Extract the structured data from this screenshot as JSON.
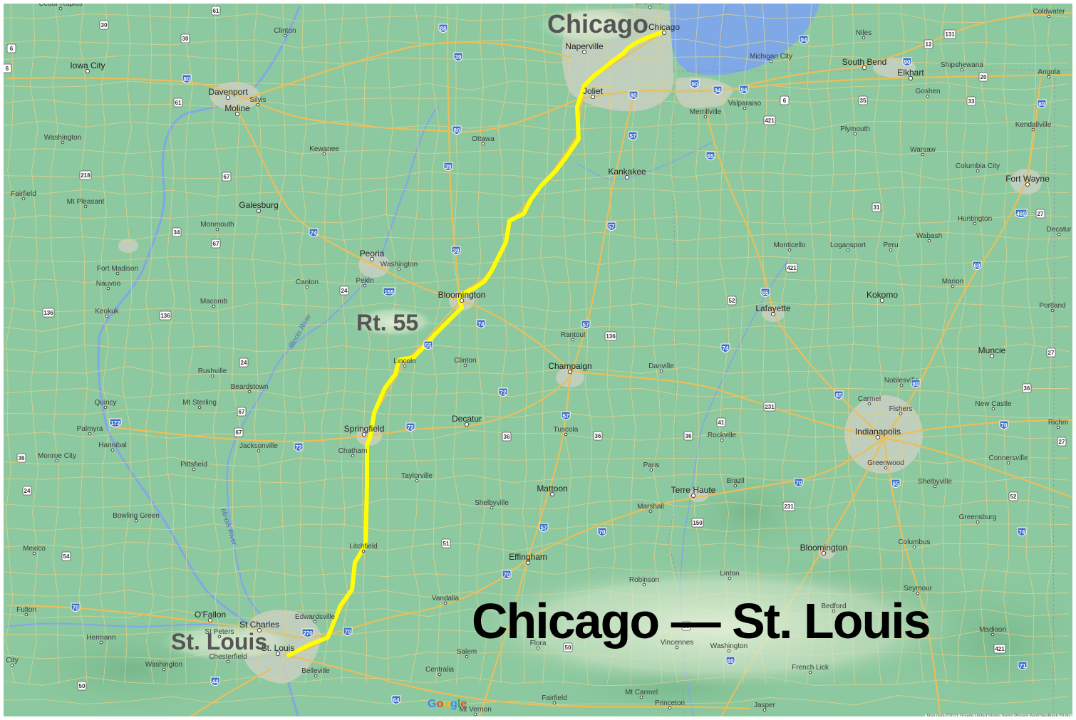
{
  "map": {
    "title": "Chicago — St. Louis",
    "labels": {
      "chicago_big": "Chicago",
      "stlouis_big": "St. Louis",
      "route": "Rt. 55"
    },
    "colors": {
      "land": "#8dc9a0",
      "water": "#7fa8e6",
      "route": "#ffff00",
      "roads": "#e8c06a",
      "urban": "#c9cfc2"
    },
    "cities": [
      {
        "id": "cedar-rapids",
        "name": "Cedar Rapids"
      },
      {
        "id": "clinton",
        "name": "Clinton"
      },
      {
        "id": "iowa-city",
        "name": "Iowa City"
      },
      {
        "id": "davenport",
        "name": "Davenport"
      },
      {
        "id": "moline",
        "name": "Moline"
      },
      {
        "id": "silvis",
        "name": "Silvis"
      },
      {
        "id": "washington-ia",
        "name": "Washington"
      },
      {
        "id": "kewanee",
        "name": "Kewanee"
      },
      {
        "id": "galesburg",
        "name": "Galesburg"
      },
      {
        "id": "fairfield-ia",
        "name": "Fairfield"
      },
      {
        "id": "mt-pleasant",
        "name": "Mt Pleasant"
      },
      {
        "id": "monmouth",
        "name": "Monmouth"
      },
      {
        "id": "fort-madison",
        "name": "Fort Madison"
      },
      {
        "id": "nauvoo",
        "name": "Nauvoo"
      },
      {
        "id": "keokuk",
        "name": "Keokuk"
      },
      {
        "id": "macomb",
        "name": "Macomb"
      },
      {
        "id": "canton",
        "name": "Canton"
      },
      {
        "id": "peoria",
        "name": "Peoria"
      },
      {
        "id": "washington-il",
        "name": "Washington"
      },
      {
        "id": "pekin",
        "name": "Pekin"
      },
      {
        "id": "bloomington-il",
        "name": "Bloomington"
      },
      {
        "id": "lincoln",
        "name": "Lincoln"
      },
      {
        "id": "clinton-il",
        "name": "Clinton"
      },
      {
        "id": "rantoul",
        "name": "Rantoul"
      },
      {
        "id": "champaign",
        "name": "Champaign"
      },
      {
        "id": "danville",
        "name": "Danville"
      },
      {
        "id": "rushville",
        "name": "Rushville"
      },
      {
        "id": "beardstown",
        "name": "Beardstown"
      },
      {
        "id": "mt-sterling",
        "name": "Mt Sterling"
      },
      {
        "id": "quincy",
        "name": "Quincy"
      },
      {
        "id": "palmyra",
        "name": "Palmyra"
      },
      {
        "id": "hannibal",
        "name": "Hannibal"
      },
      {
        "id": "jacksonville",
        "name": "Jacksonville"
      },
      {
        "id": "springfield",
        "name": "Springfield"
      },
      {
        "id": "chatham",
        "name": "Chatham"
      },
      {
        "id": "decatur",
        "name": "Decatur"
      },
      {
        "id": "tuscola",
        "name": "Tuscola"
      },
      {
        "id": "monroe-city",
        "name": "Monroe City"
      },
      {
        "id": "pittsfield",
        "name": "Pittsfield"
      },
      {
        "id": "taylorville",
        "name": "Taylorville"
      },
      {
        "id": "mattoon",
        "name": "Mattoon"
      },
      {
        "id": "paris",
        "name": "Paris"
      },
      {
        "id": "shelbyville-il",
        "name": "Shelbyville"
      },
      {
        "id": "bowling-green",
        "name": "Bowling Green"
      },
      {
        "id": "mexico",
        "name": "Mexico"
      },
      {
        "id": "litchfield",
        "name": "Litchfield"
      },
      {
        "id": "effingham",
        "name": "Effingham"
      },
      {
        "id": "marshall",
        "name": "Marshall"
      },
      {
        "id": "terre-haute",
        "name": "Terre Haute"
      },
      {
        "id": "brazil",
        "name": "Brazil"
      },
      {
        "id": "robinson",
        "name": "Robinson"
      },
      {
        "id": "linton",
        "name": "Linton"
      },
      {
        "id": "vandalia",
        "name": "Vandalia"
      },
      {
        "id": "fulton",
        "name": "Fulton"
      },
      {
        "id": "ofallon",
        "name": "O'Fallon"
      },
      {
        "id": "st-charles",
        "name": "St Charles"
      },
      {
        "id": "st-peters",
        "name": "St Peters"
      },
      {
        "id": "hermann",
        "name": "Hermann"
      },
      {
        "id": "edwardsville",
        "name": "Edwardsville"
      },
      {
        "id": "st-louis",
        "name": "St. Louis"
      },
      {
        "id": "chesterfield",
        "name": "Chesterfield"
      },
      {
        "id": "belleville",
        "name": "Belleville"
      },
      {
        "id": "washington-mo",
        "name": "Washington"
      },
      {
        "id": "city",
        "name": "City"
      },
      {
        "id": "salem",
        "name": "Salem"
      },
      {
        "id": "centralia",
        "name": "Centralia"
      },
      {
        "id": "flora",
        "name": "Flora"
      },
      {
        "id": "fairfield-il",
        "name": "Fairfield"
      },
      {
        "id": "mt-carmel",
        "name": "Mt Carmel"
      },
      {
        "id": "mt-vernon",
        "name": "Mt Vernon"
      },
      {
        "id": "vincennes",
        "name": "Vincennes"
      },
      {
        "id": "washington-in",
        "name": "Washington"
      },
      {
        "id": "princeton",
        "name": "Princeton"
      },
      {
        "id": "jasper",
        "name": "Jasper"
      },
      {
        "id": "french-lick",
        "name": "French Lick"
      },
      {
        "id": "bedford",
        "name": "Bedford"
      },
      {
        "id": "bloomington-in",
        "name": "Bloomington"
      },
      {
        "id": "seymour",
        "name": "Seymour"
      },
      {
        "id": "madison",
        "name": "Madison"
      },
      {
        "id": "columbus",
        "name": "Columbus"
      },
      {
        "id": "greensburg",
        "name": "Greensburg"
      },
      {
        "id": "shelbyville-in",
        "name": "Shelbyville"
      },
      {
        "id": "connersville",
        "name": "Connersville"
      },
      {
        "id": "greenwood",
        "name": "Greenwood"
      },
      {
        "id": "indianapolis",
        "name": "Indianapolis"
      },
      {
        "id": "carmel",
        "name": "Carmel"
      },
      {
        "id": "fishers",
        "name": "Fishers"
      },
      {
        "id": "noblesville",
        "name": "Noblesville"
      },
      {
        "id": "rockville",
        "name": "Rockville"
      },
      {
        "id": "muncie",
        "name": "Muncie"
      },
      {
        "id": "new-castle",
        "name": "New Castle"
      },
      {
        "id": "richmond",
        "name": "Richm"
      },
      {
        "id": "portland",
        "name": "Portland"
      },
      {
        "id": "marion",
        "name": "Marion"
      },
      {
        "id": "kokomo",
        "name": "Kokomo"
      },
      {
        "id": "lafayette",
        "name": "Lafayette"
      },
      {
        "id": "monticello",
        "name": "Monticello"
      },
      {
        "id": "logansport",
        "name": "Logansport"
      },
      {
        "id": "peru",
        "name": "Peru"
      },
      {
        "id": "wabash",
        "name": "Wabash"
      },
      {
        "id": "huntington",
        "name": "Huntington"
      },
      {
        "id": "decatur-in",
        "name": "Decatur"
      },
      {
        "id": "fort-wayne",
        "name": "Fort Wayne"
      },
      {
        "id": "columbia-city",
        "name": "Columbia City"
      },
      {
        "id": "warsaw",
        "name": "Warsaw"
      },
      {
        "id": "plymouth",
        "name": "Plymouth"
      },
      {
        "id": "kendallville",
        "name": "Kendallville"
      },
      {
        "id": "goshen",
        "name": "Goshen"
      },
      {
        "id": "elkhart",
        "name": "Elkhart"
      },
      {
        "id": "south-bend",
        "name": "South Bend"
      },
      {
        "id": "shipshewana",
        "name": "Shipshewana"
      },
      {
        "id": "angola",
        "name": "Angola"
      },
      {
        "id": "coldwater",
        "name": "Coldwater"
      },
      {
        "id": "niles",
        "name": "Niles"
      },
      {
        "id": "michigan-city",
        "name": "Michigan City"
      },
      {
        "id": "valparaiso",
        "name": "Valparaiso"
      },
      {
        "id": "merrillville",
        "name": "Merrillville"
      },
      {
        "id": "kankakee",
        "name": "Kankakee"
      },
      {
        "id": "joliet",
        "name": "Joliet"
      },
      {
        "id": "naperville",
        "name": "Naperville"
      },
      {
        "id": "chicago",
        "name": "Chicago"
      },
      {
        "id": "evanston",
        "name": "Evanston"
      },
      {
        "id": "ottawa",
        "name": "Ottawa"
      }
    ],
    "rivers": [
      {
        "id": "illinois-river-1",
        "name": "Illinois River"
      },
      {
        "id": "illinois-river-2",
        "name": "Illinois River"
      }
    ],
    "shields": [
      {
        "id": "i80-a",
        "type": "interstate",
        "num": "80"
      },
      {
        "id": "i80-b",
        "type": "interstate",
        "num": "80"
      },
      {
        "id": "i80-c",
        "type": "interstate",
        "num": "80"
      },
      {
        "id": "i88",
        "type": "interstate",
        "num": "88"
      },
      {
        "id": "i39-a",
        "type": "interstate",
        "num": "39"
      },
      {
        "id": "i39-b",
        "type": "interstate",
        "num": "39"
      },
      {
        "id": "i39-c",
        "type": "interstate",
        "num": "39"
      },
      {
        "id": "i74-a",
        "type": "interstate",
        "num": "74"
      },
      {
        "id": "i74-b",
        "type": "interstate",
        "num": "74"
      },
      {
        "id": "i74-c",
        "type": "interstate",
        "num": "74"
      },
      {
        "id": "i155",
        "type": "interstate",
        "num": "155"
      },
      {
        "id": "i55-a",
        "type": "interstate",
        "num": "55"
      },
      {
        "id": "i57-a",
        "type": "interstate",
        "num": "57"
      },
      {
        "id": "i57-b",
        "type": "interstate",
        "num": "57"
      },
      {
        "id": "i57-c",
        "type": "interstate",
        "num": "57"
      },
      {
        "id": "i57-d",
        "type": "interstate",
        "num": "57"
      },
      {
        "id": "i57-e",
        "type": "interstate",
        "num": "57"
      },
      {
        "id": "i72-a",
        "type": "interstate",
        "num": "72"
      },
      {
        "id": "i72-b",
        "type": "interstate",
        "num": "72"
      },
      {
        "id": "i72-c",
        "type": "interstate",
        "num": "72"
      },
      {
        "id": "i172",
        "type": "interstate",
        "num": "172"
      },
      {
        "id": "i70-a",
        "type": "interstate",
        "num": "70"
      },
      {
        "id": "i70-b",
        "type": "interstate",
        "num": "70"
      },
      {
        "id": "i70-c",
        "type": "interstate",
        "num": "70"
      },
      {
        "id": "i70-d",
        "type": "interstate",
        "num": "70"
      },
      {
        "id": "i70-e",
        "type": "interstate",
        "num": "70"
      },
      {
        "id": "i70-f",
        "type": "interstate",
        "num": "70"
      },
      {
        "id": "i64",
        "type": "interstate",
        "num": "64"
      },
      {
        "id": "i44",
        "type": "interstate",
        "num": "44"
      },
      {
        "id": "i270",
        "type": "interstate",
        "num": "270"
      },
      {
        "id": "i65-a",
        "type": "interstate",
        "num": "65"
      },
      {
        "id": "i65-b",
        "type": "interstate",
        "num": "65"
      },
      {
        "id": "i65-c",
        "type": "interstate",
        "num": "65"
      },
      {
        "id": "i65-d",
        "type": "interstate",
        "num": "65"
      },
      {
        "id": "i69-a",
        "type": "interstate",
        "num": "69"
      },
      {
        "id": "i69-b",
        "type": "interstate",
        "num": "69"
      },
      {
        "id": "i69-c",
        "type": "interstate",
        "num": "69"
      },
      {
        "id": "i69-d",
        "type": "interstate",
        "num": "69"
      },
      {
        "id": "i90-a",
        "type": "interstate",
        "num": "90"
      },
      {
        "id": "i90-b",
        "type": "interstate",
        "num": "90"
      },
      {
        "id": "i94-a",
        "type": "interstate",
        "num": "94"
      },
      {
        "id": "i94-b",
        "type": "interstate",
        "num": "94"
      },
      {
        "id": "i94-c",
        "type": "interstate",
        "num": "94"
      },
      {
        "id": "i469",
        "type": "interstate",
        "num": "469"
      },
      {
        "id": "i74-in",
        "type": "interstate",
        "num": "74"
      },
      {
        "id": "i71",
        "type": "interstate",
        "num": "71"
      },
      {
        "id": "us30-a",
        "type": "us",
        "num": "30"
      },
      {
        "id": "us30-b",
        "type": "us",
        "num": "30"
      },
      {
        "id": "us61-a",
        "type": "us",
        "num": "61"
      },
      {
        "id": "us61-b",
        "type": "us",
        "num": "61"
      },
      {
        "id": "us6-a",
        "type": "us",
        "num": "6"
      },
      {
        "id": "us6-b",
        "type": "us",
        "num": "6"
      },
      {
        "id": "us218",
        "type": "us",
        "num": "218"
      },
      {
        "id": "us67-a",
        "type": "us",
        "num": "67"
      },
      {
        "id": "us67-b",
        "type": "us",
        "num": "67"
      },
      {
        "id": "us67-c",
        "type": "us",
        "num": "67"
      },
      {
        "id": "us67-d",
        "type": "us",
        "num": "67"
      },
      {
        "id": "us34",
        "type": "us",
        "num": "34"
      },
      {
        "id": "us136-a",
        "type": "us",
        "num": "136"
      },
      {
        "id": "us136-b",
        "type": "us",
        "num": "136"
      },
      {
        "id": "us136-c",
        "type": "us",
        "num": "136"
      },
      {
        "id": "us24-a",
        "type": "us",
        "num": "24"
      },
      {
        "id": "us24-b",
        "type": "us",
        "num": "24"
      },
      {
        "id": "us24-c",
        "type": "us",
        "num": "24"
      },
      {
        "id": "us36-a",
        "type": "us",
        "num": "36"
      },
      {
        "id": "us36-b",
        "type": "us",
        "num": "36"
      },
      {
        "id": "us36-c",
        "type": "us",
        "num": "36"
      },
      {
        "id": "us36-d",
        "type": "us",
        "num": "36"
      },
      {
        "id": "us36-e",
        "type": "us",
        "num": "36"
      },
      {
        "id": "us54",
        "type": "us",
        "num": "54"
      },
      {
        "id": "us51",
        "type": "us",
        "num": "51"
      },
      {
        "id": "us50-a",
        "type": "us",
        "num": "50"
      },
      {
        "id": "us50-b",
        "type": "us",
        "num": "50"
      },
      {
        "id": "us50-c",
        "type": "us",
        "num": "50"
      },
      {
        "id": "us150",
        "type": "us",
        "num": "150"
      },
      {
        "id": "us231-a",
        "type": "us",
        "num": "231"
      },
      {
        "id": "us231-b",
        "type": "us",
        "num": "231"
      },
      {
        "id": "us41",
        "type": "us",
        "num": "41"
      },
      {
        "id": "us421-a",
        "type": "us",
        "num": "421"
      },
      {
        "id": "us421-b",
        "type": "us",
        "num": "421"
      },
      {
        "id": "us421-c",
        "type": "us",
        "num": "421"
      },
      {
        "id": "us52-a",
        "type": "us",
        "num": "52"
      },
      {
        "id": "us52-b",
        "type": "us",
        "num": "52"
      },
      {
        "id": "us31",
        "type": "us",
        "num": "31"
      },
      {
        "id": "us35",
        "type": "us",
        "num": "35"
      },
      {
        "id": "us27-a",
        "type": "us",
        "num": "27"
      },
      {
        "id": "us27-b",
        "type": "us",
        "num": "27"
      },
      {
        "id": "us27-c",
        "type": "us",
        "num": "27"
      },
      {
        "id": "us20",
        "type": "us",
        "num": "20"
      },
      {
        "id": "us12",
        "type": "us",
        "num": "12"
      },
      {
        "id": "us131",
        "type": "us",
        "num": "131"
      },
      {
        "id": "us33",
        "type": "us",
        "num": "33"
      },
      {
        "id": "us6-c",
        "type": "us",
        "num": "6"
      }
    ],
    "google_logo": {
      "letters": [
        "G",
        "o",
        "o",
        "g",
        "l",
        "e"
      ],
      "colors": [
        "#4285F4",
        "#EA4335",
        "#FBBC05",
        "#4285F4",
        "#34A853",
        "#EA4335"
      ]
    },
    "attribution": "Map data ©2021 Google  United States  Terms  Privacy  Send feedback  20 mi"
  }
}
